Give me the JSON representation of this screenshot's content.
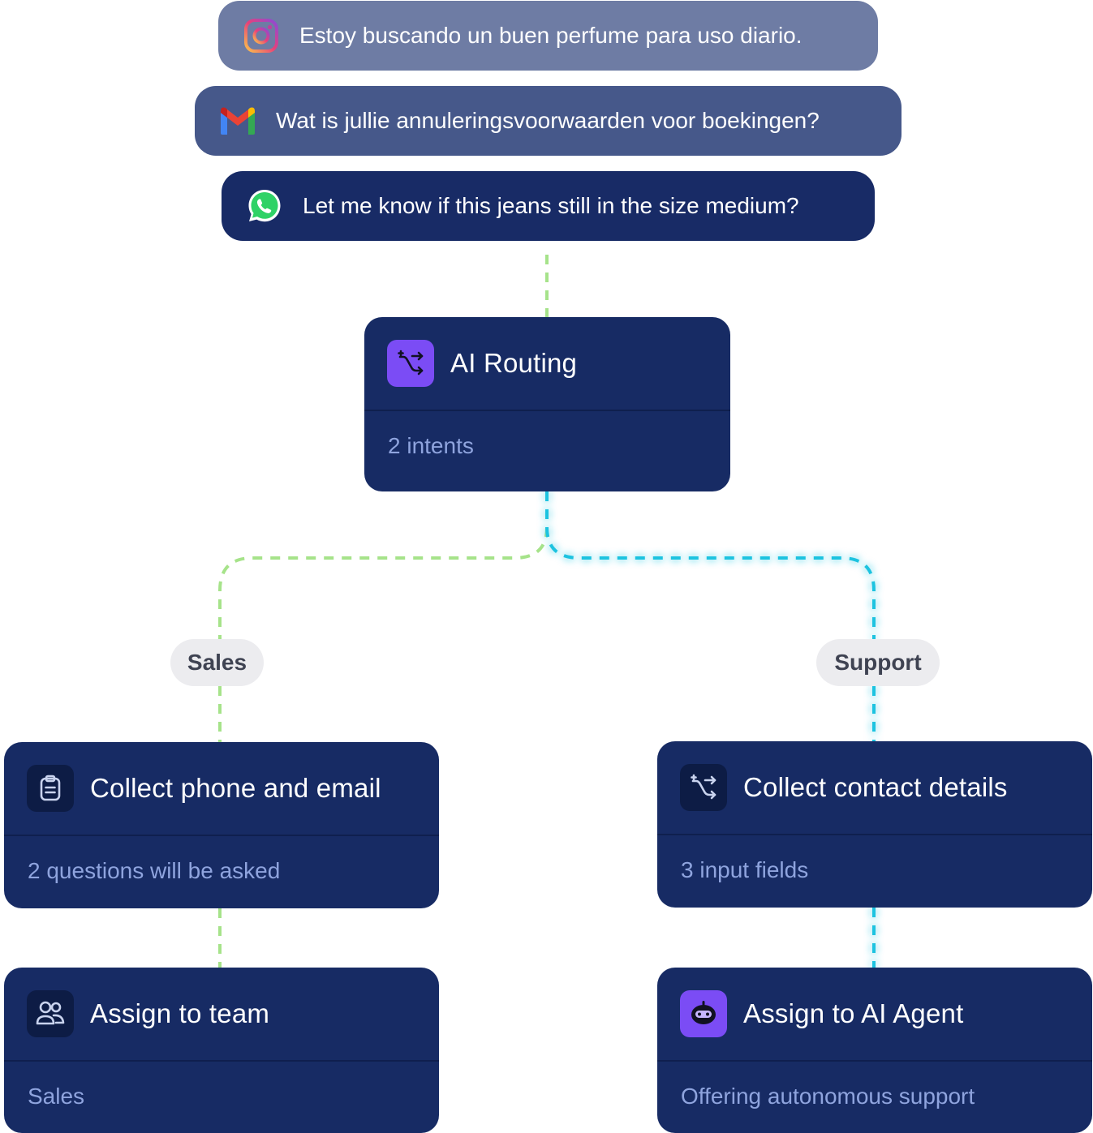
{
  "messages": [
    {
      "channel_icon": "instagram-icon",
      "text": "Estoy buscando un buen perfume para uso diario."
    },
    {
      "channel_icon": "gmail-icon",
      "text": "Wat is jullie annuleringsvoorwaarden voor boekingen?"
    },
    {
      "channel_icon": "whatsapp-icon",
      "text": "Let me know if this jeans still in the size medium?"
    }
  ],
  "routing": {
    "icon": "route-icon",
    "title": "AI Routing",
    "subtitle": "2 intents"
  },
  "branches": {
    "sales": {
      "label": "Sales",
      "step1": {
        "icon": "clipboard-icon",
        "title": "Collect phone and email",
        "subtitle": "2 questions will be asked"
      },
      "step2": {
        "icon": "team-icon",
        "title": "Assign to team",
        "subtitle": "Sales"
      }
    },
    "support": {
      "label": "Support",
      "step1": {
        "icon": "route-icon",
        "title": "Collect contact details",
        "subtitle": "3 input fields"
      },
      "step2": {
        "icon": "ai-agent-icon",
        "title": "Assign to AI Agent",
        "subtitle": "Offering autonomous support"
      }
    }
  },
  "colors": {
    "node_bg": "#172b64",
    "sales_line": "#a6e38a",
    "support_line": "#1fc3e0",
    "accent_purple": "#7b4cf5",
    "subtitle_text": "#8fa4de"
  }
}
